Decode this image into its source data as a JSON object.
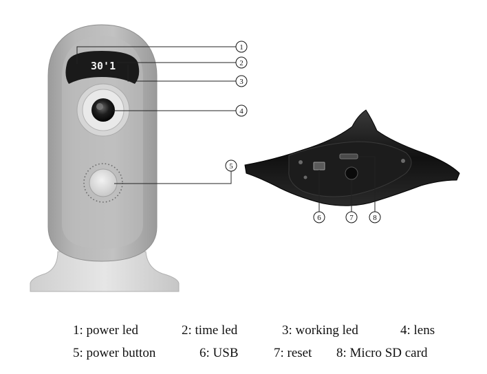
{
  "device_display": "30'1",
  "callouts": [
    "1",
    "2",
    "3",
    "4",
    "5",
    "6",
    "7",
    "8"
  ],
  "legend": {
    "row1": [
      "1: power led",
      "2: time led",
      "3: working led",
      "4: lens"
    ],
    "row2": [
      "5: power button",
      "6: USB",
      "7: reset",
      "8: Micro SD card"
    ]
  }
}
